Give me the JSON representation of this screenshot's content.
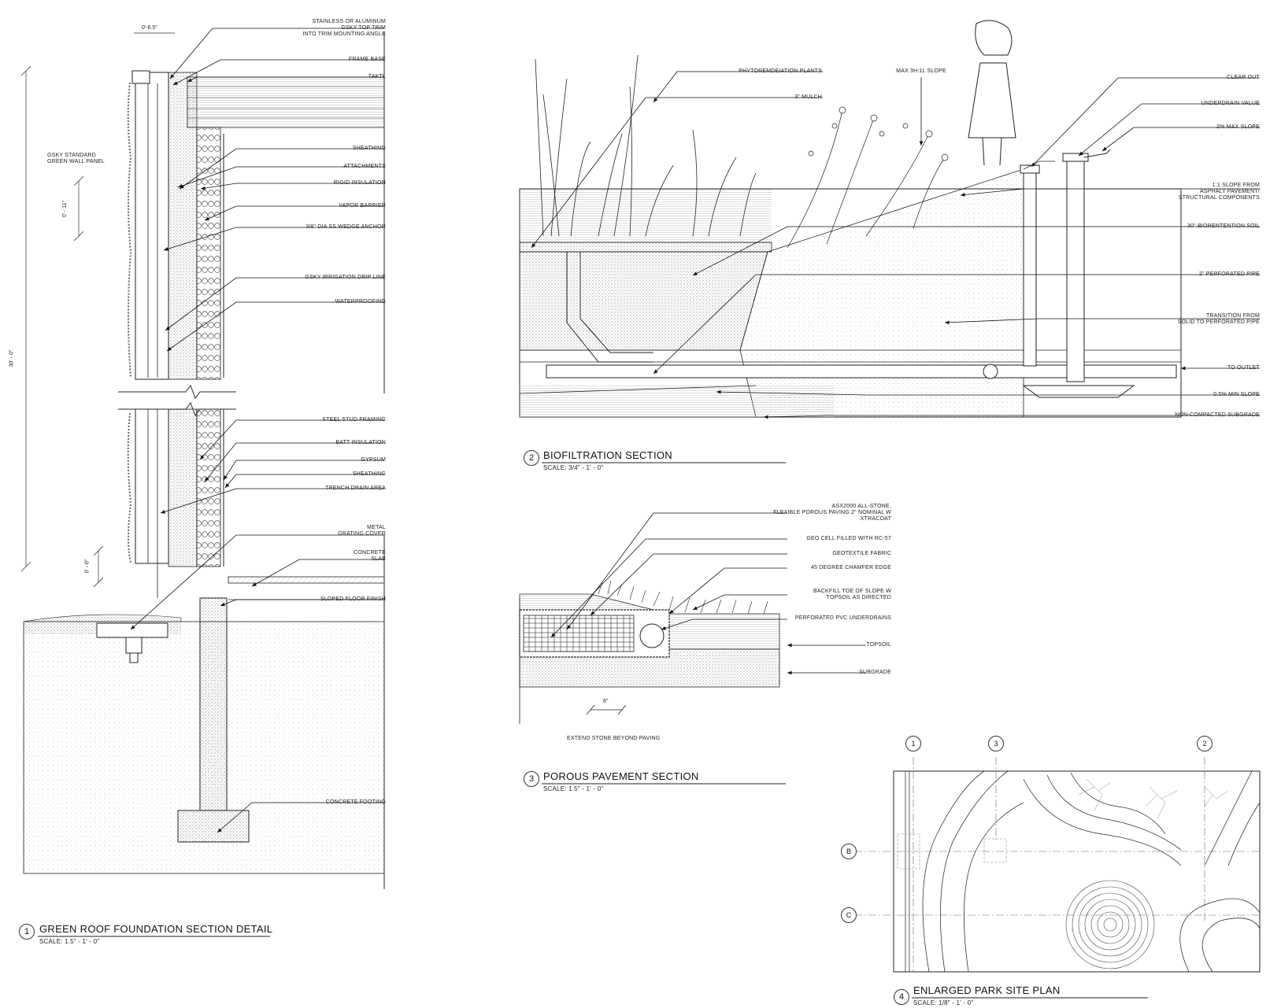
{
  "detail1": {
    "number": "1",
    "title": "GREEN ROOF FOUNDATION SECTION DETAIL",
    "scale": "SCALE: 1.5\" - 1' - 0\"",
    "labels": {
      "top_trim": [
        "STAINLESS OR ALUMINUM",
        "GSKY TOP TRIM",
        "INTO TRIM MOUNTING ANGLE"
      ],
      "frame_base": "FRAME BASE",
      "taktl": "TAKTL",
      "panel": [
        "GSKY STANDARD",
        "GREEN WALL PANEL"
      ],
      "sheathing": "SHEATHING",
      "attachments": "ATTACHMENTS",
      "rigid_insulation": "RIGID INSULATION",
      "vapor_barrier": "VAPOR BARRIER",
      "anchor": "3/8\" DIA SS WEDGE ANCHOR",
      "irrigation": "GSKY IRRIGATION DRIP LINE",
      "waterproofing": "WATERPROOFING",
      "steel_stud": "STEEL STUD FRAMING",
      "batt": "BATT INSULATION",
      "gypsum": "GYPSUM",
      "sheathing2": "SHEATHING",
      "trench": "TRENCH DRAIN AREA",
      "grating": [
        "METAL",
        "GRATING COVER"
      ],
      "slab": [
        "CONCRETE",
        "SLAB"
      ],
      "sloped_floor": "SLOPED FLOOR FINISH",
      "footing": "CONCRETE FOOTING"
    },
    "dims": {
      "top": "0'-6.5\"",
      "panel_h": "0' - 11\"",
      "total": "30' - 0\"",
      "bottom": "0' - 6\""
    }
  },
  "detail2": {
    "number": "2",
    "title": "BIOFILTRATION SECTION",
    "scale": "SCALE: 3/4\" - 1' - 0\"",
    "labels": {
      "plants": "PHYTOREMDEIATION PLANTS",
      "mulch": "3\" MULCH",
      "slope": "MAX 3H:1L SLOPE",
      "clear_out": "CLEAR OUT",
      "underdrain_value": "UNDERDRAIN VALUE",
      "max_slope": "2% MAX SLOPE",
      "slope_from": [
        "1:1 SLOPE FROM",
        "ASPHALT PAVEMENT/",
        "STRUCTURAL COMPONENTS"
      ],
      "soil": "30\" BIORENTENTION SOIL",
      "perf_pipe": "2\" PERFORATED PIPE",
      "transition": [
        "TRANSITION FROM",
        "SOLID TO PERFORATED PIPE"
      ],
      "outlet": "TO OUTLET",
      "min_slope": "0.5% MIN SLOPE",
      "subgrade": "NON-COMPACTED SUBGRADE"
    }
  },
  "detail3": {
    "number": "3",
    "title": "POROUS PAVEMENT SECTION",
    "scale": "SCALE: 1.5\" - 1' - 0\"",
    "labels": {
      "paving": [
        "ASX2000 ALL-STONE,",
        "FLEXIBLE POROUS PAVING 2\" NOMINAL W",
        "XTRACOAT"
      ],
      "geocell": "GEO CELL FILLED WITH RC-57",
      "geotextile": "GEOTEXTILE FABRIC",
      "chamfer": "45 DEGREE CHAMFER EDGE",
      "backfill": [
        "BACKFILL TOE OF SLOPE W",
        "TOPSOIL AS DIRECTED"
      ],
      "underdrains": "PERFORATED PVC UNDERDRAINS",
      "topsoil": "TOPSOIL",
      "subgrade": "SUBGRADE",
      "dim": "6\"",
      "extend": "EXTEND STONE BEYOND PAVING"
    }
  },
  "detail4": {
    "number": "4",
    "title": "ENLARGED PARK SITE PLAN",
    "scale": "SCALE: 1/8\" - 1' - 0\"",
    "grid_cols": [
      "1",
      "3",
      "2"
    ],
    "grid_rows": [
      "B",
      "C"
    ]
  }
}
